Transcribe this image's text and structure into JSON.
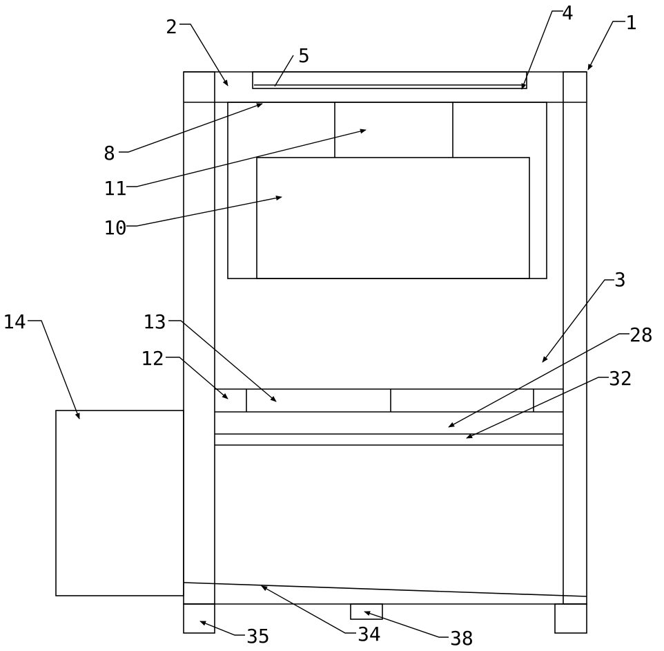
{
  "labels": {
    "l1": "1",
    "l2": "2",
    "l3": "3",
    "l4": "4",
    "l5": "5",
    "l8": "8",
    "l10": "10",
    "l11": "11",
    "l12": "12",
    "l13": "13",
    "l14": "14",
    "l28": "28",
    "l32": "32",
    "l34": "34",
    "l35": "35",
    "l38": "38"
  }
}
